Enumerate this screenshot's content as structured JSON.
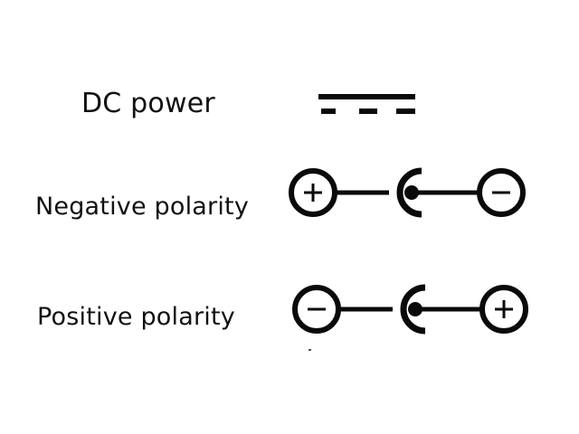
{
  "rows": [
    {
      "label": "DC power",
      "symbol": "dc-power-symbol"
    },
    {
      "label": "Negative polarity",
      "symbol": "polarity-diagram",
      "left_sign": "+",
      "right_sign": "−"
    },
    {
      "label": "Positive polarity",
      "symbol": "polarity-diagram",
      "left_sign": "−",
      "right_sign": "+"
    }
  ],
  "colors": {
    "stroke": "#0a0a0a",
    "background": "#ffffff"
  }
}
